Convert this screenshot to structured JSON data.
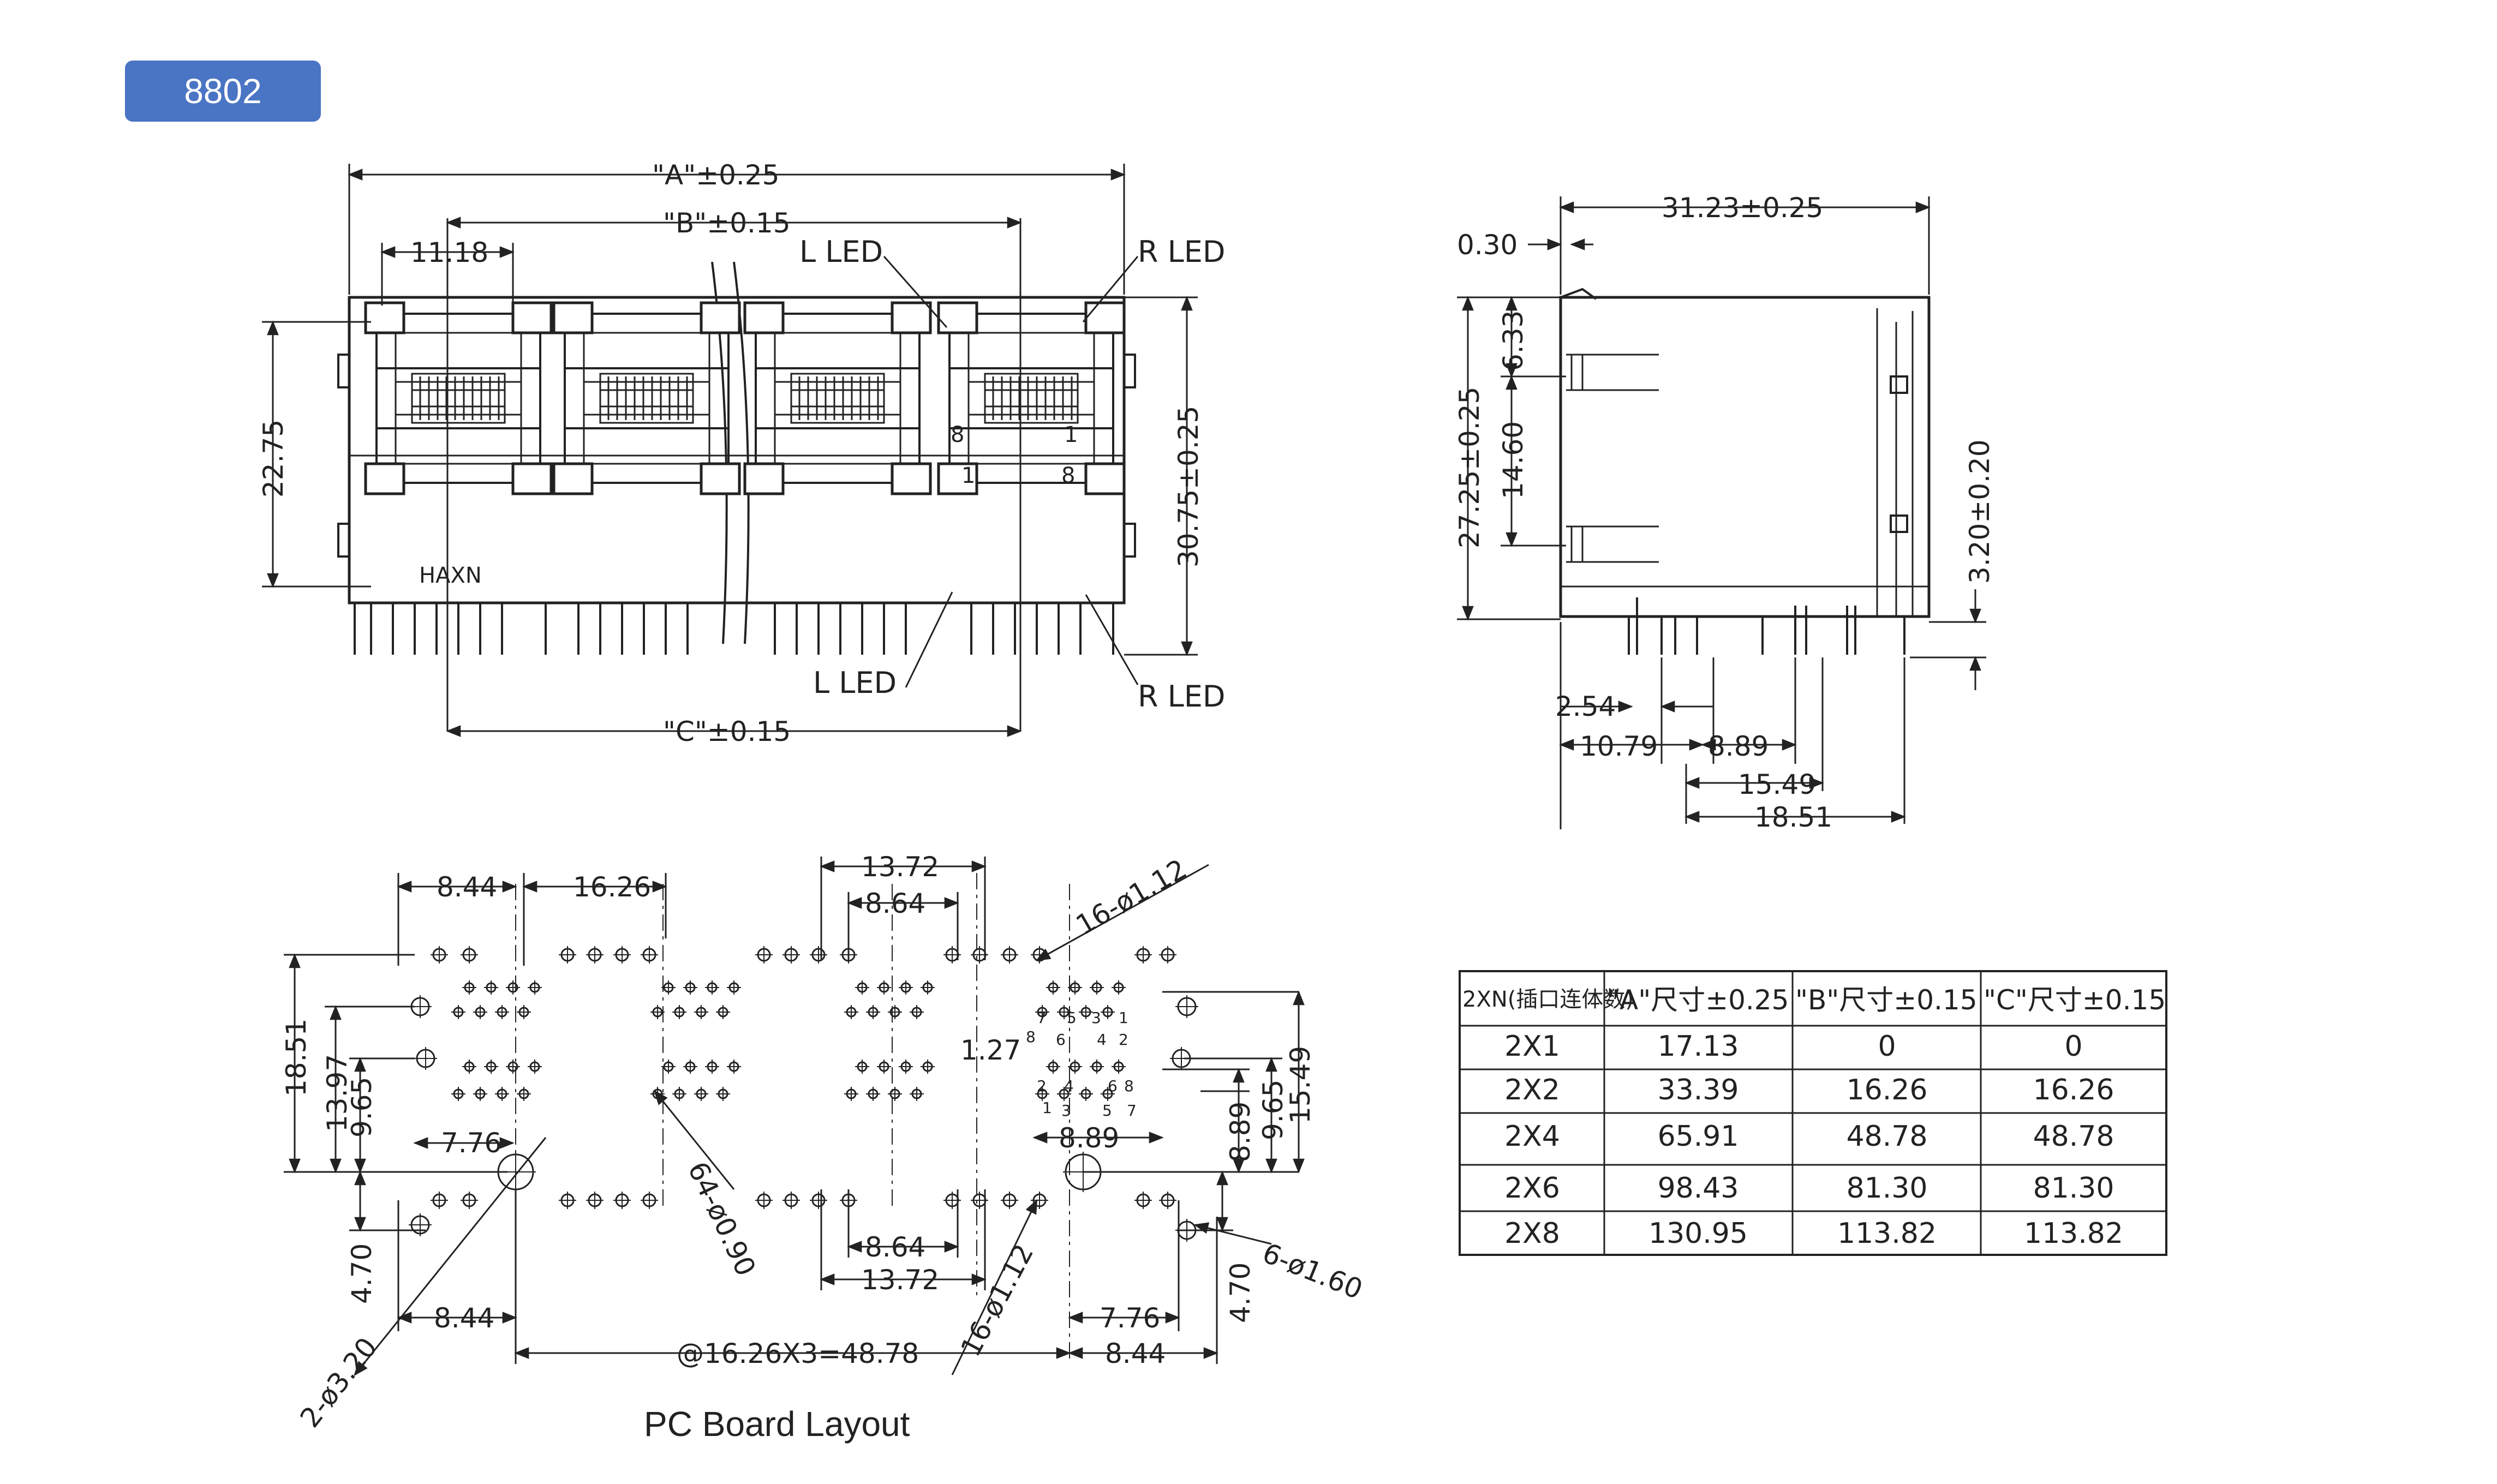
{
  "badge": "8802",
  "front_view": {
    "dim_a": "\"A\"±0.25",
    "dim_b": "\"B\"±0.15",
    "dim_c": "\"C\"±0.15",
    "dim_1118": "11.18",
    "dim_2275": "22.75",
    "dim_3075": "30.75±0.25",
    "l_led_top": "L LED",
    "r_led_top": "R LED",
    "l_led_bottom": "L LED",
    "r_led_bottom": "R LED",
    "pin8_top": "8",
    "pin1_top": "1",
    "pin1_bottom": "1",
    "pin8_bottom": "8",
    "brand": "HAXN"
  },
  "side_view": {
    "dim_3123": "31.23±0.25",
    "dim_030": "0.30",
    "dim_2725": "27.25±0.25",
    "dim_633": "6.33",
    "dim_1460": "14.60",
    "dim_320": "3.20±0.20",
    "dim_254": "2.54",
    "dim_1079": "10.79",
    "dim_889": "8.89",
    "dim_1549": "15.49",
    "dim_1851": "18.51"
  },
  "pcb_layout": {
    "title": "PC Board Layout",
    "dim_844_top": "8.44",
    "dim_1626": "16.26",
    "dim_1372_top": "13.72",
    "dim_864_top": "8.64",
    "hole_16_112_top": "16-ø1.12",
    "dim_1851": "18.51",
    "dim_1397": "13.97",
    "dim_965_left": "9.65",
    "dim_776_left": "7.76",
    "dim_470_left": "4.70",
    "hole_2_320": "2-ø3.20",
    "dim_844_bottom_left": "8.44",
    "hole_64_090": "64-ø0.90",
    "dim_864_bottom": "8.64",
    "dim_1372_bottom": "13.72",
    "hole_16_112_bottom": "16-ø1.12",
    "dim_127": "1.27",
    "dim_889_mid": "8.89",
    "dim_889_right": "8.89",
    "dim_965_right": "9.65",
    "dim_1549": "15.49",
    "hole_6_160": "6-ø1.60",
    "dim_470_right": "4.70",
    "dim_776_right": "7.76",
    "dim_844_bottom_right": "8.44",
    "pitch_note": "@16.26X3=48.78",
    "pin_nums": [
      "8",
      "6",
      "4",
      "2",
      "7",
      "5",
      "3",
      "1",
      "2",
      "4",
      "6",
      "8",
      "1",
      "3",
      "5",
      "7"
    ]
  },
  "table": {
    "headers": [
      "2XN(插口连体数)",
      "\"A\"尺寸±0.25",
      "\"B\"尺寸±0.15",
      "\"C\"尺寸±0.15"
    ],
    "rows": [
      [
        "2X1",
        "17.13",
        "0",
        "0"
      ],
      [
        "2X2",
        "33.39",
        "16.26",
        "16.26"
      ],
      [
        "2X4",
        "65.91",
        "48.78",
        "48.78"
      ],
      [
        "2X6",
        "98.43",
        "81.30",
        "81.30"
      ],
      [
        "2X8",
        "130.95",
        "113.82",
        "113.82"
      ]
    ]
  }
}
